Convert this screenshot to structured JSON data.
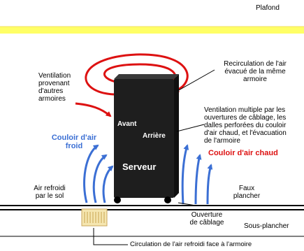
{
  "colors": {
    "ceiling_band": "#ffff66",
    "server_body": "#1e1e1e",
    "hot_air": "#dd1111",
    "cold_air": "#3b6fd4",
    "floor_line": "#000000",
    "perforated_tile": "#f5e6b0"
  },
  "labels": {
    "plafond": "Plafond",
    "recirculation": "Recirculation de l'air\névacué de la même\narmoire",
    "ventilation_autres": "Ventilation\nprovenant\nd'autres\narmoires",
    "ventilation_multiple": "Ventilation multiple par les\nouvertures de câblage, les\ndalles perforées du couloir\nd'air chaud, et l'évacuation\nde l'armoire",
    "couloir_chaud": "Couloir d'air chaud",
    "couloir_froid": "Couloir d'air\nfroid",
    "avant": "Avant",
    "arriere": "Arrière",
    "serveur": "Serveur",
    "air_refroidi_sol": "Air refroidi\npar le sol",
    "faux_plancher": "Faux\nplancher",
    "ouverture_cablage": "Ouverture\nde câblage",
    "sous_plancher": "Sous-plancher",
    "circulation": "Circulation de l'air refroidi face à l'armoire"
  }
}
